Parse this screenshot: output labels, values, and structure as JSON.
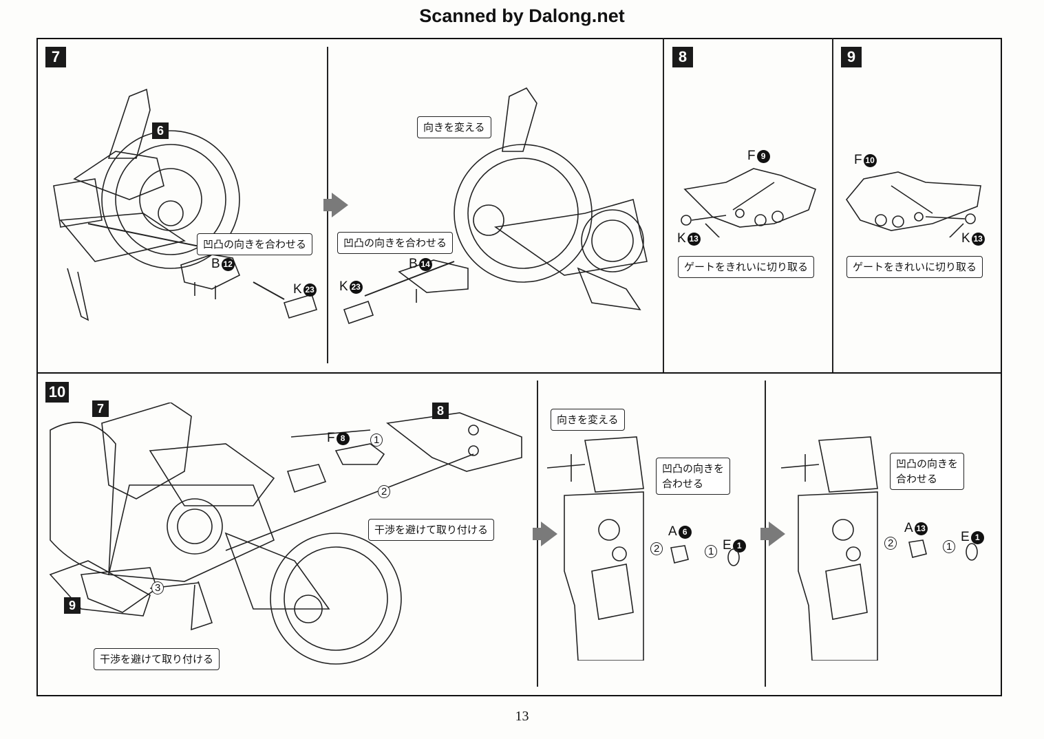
{
  "header": {
    "title": "Scanned by Dalong.net"
  },
  "page_number": "13",
  "steps": {
    "s7": {
      "number": "7",
      "ref_part": "6",
      "note_align_left": "凹凸の向きを合わせる",
      "note_turn": "向きを変える",
      "note_align_right": "凹凸の向きを合わせる",
      "left_b": {
        "letter": "B",
        "num": "12"
      },
      "left_k": {
        "letter": "K",
        "num": "23"
      },
      "right_b": {
        "letter": "B",
        "num": "14"
      },
      "right_k": {
        "letter": "K",
        "num": "23"
      }
    },
    "s8": {
      "number": "8",
      "f": {
        "letter": "F",
        "num": "9"
      },
      "k": {
        "letter": "K",
        "num": "13"
      },
      "note": "ゲートをきれいに切り取る"
    },
    "s9": {
      "number": "9",
      "f": {
        "letter": "F",
        "num": "10"
      },
      "k": {
        "letter": "K",
        "num": "13"
      },
      "note": "ゲートをきれいに切り取る"
    },
    "s10": {
      "number": "10",
      "ref7": "7",
      "ref8": "8",
      "ref9": "9",
      "f": {
        "letter": "F",
        "num": "8"
      },
      "order1": "1",
      "order2": "2",
      "order3": "3",
      "note_avoid_top": "干渉を避けて取り付ける",
      "note_avoid_bottom": "干渉を避けて取り付ける",
      "note_turn": "向きを変える",
      "note_align_mid": "凹凸の向きを合わせる",
      "note_align_right": "凹凸の向きを合わせる",
      "mid_a": {
        "letter": "A",
        "num": "6"
      },
      "mid_e": {
        "letter": "E",
        "num": "1"
      },
      "mid_o1": "1",
      "mid_o2": "2",
      "right_a": {
        "letter": "A",
        "num": "13"
      },
      "right_e": {
        "letter": "E",
        "num": "1"
      },
      "right_o1": "1",
      "right_o2": "2"
    }
  }
}
